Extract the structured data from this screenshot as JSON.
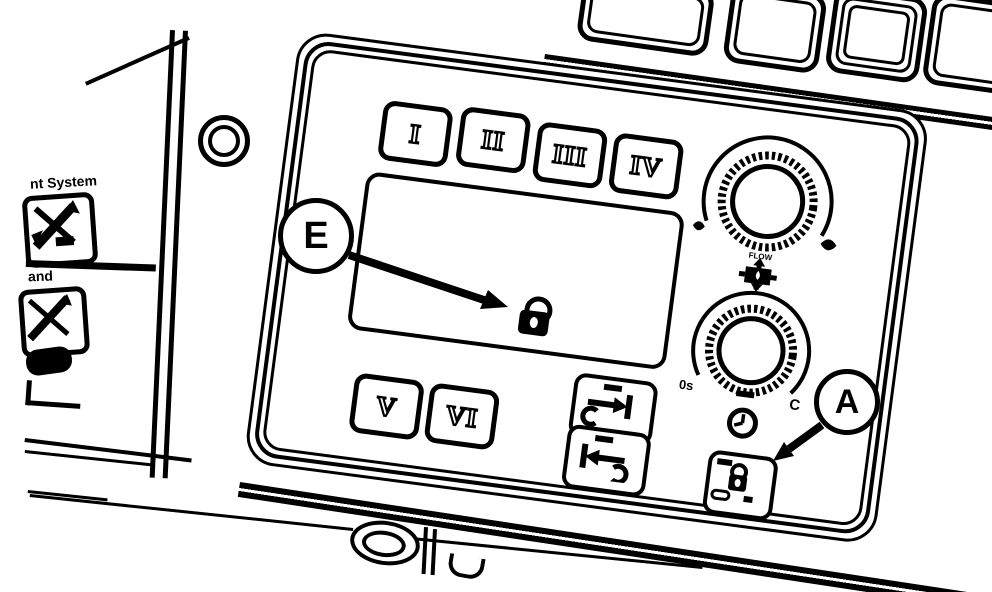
{
  "panel": {
    "top_buttons": [
      "I",
      "II",
      "III",
      "IV"
    ],
    "bottom_buttons": [
      "V",
      "VI"
    ],
    "flow_knob": {
      "label": "FLOW",
      "low_icon": "small-drop-icon",
      "high_icon": "large-drop-icon"
    },
    "timer_knob": {
      "left": "0s",
      "right": "C",
      "below_icon": "clock-icon"
    },
    "display_icon": "padlock-icon",
    "lockout_icon": "padlock-icon",
    "rocker_icons": [
      "extend-arrow-icon",
      "retract-arrow-icon"
    ]
  },
  "callouts": {
    "e": "E",
    "a": "A"
  },
  "side_decal": {
    "line1": "nt System",
    "line2": "and"
  },
  "colors": {
    "ink": "#000000",
    "background": "#ffffff"
  }
}
